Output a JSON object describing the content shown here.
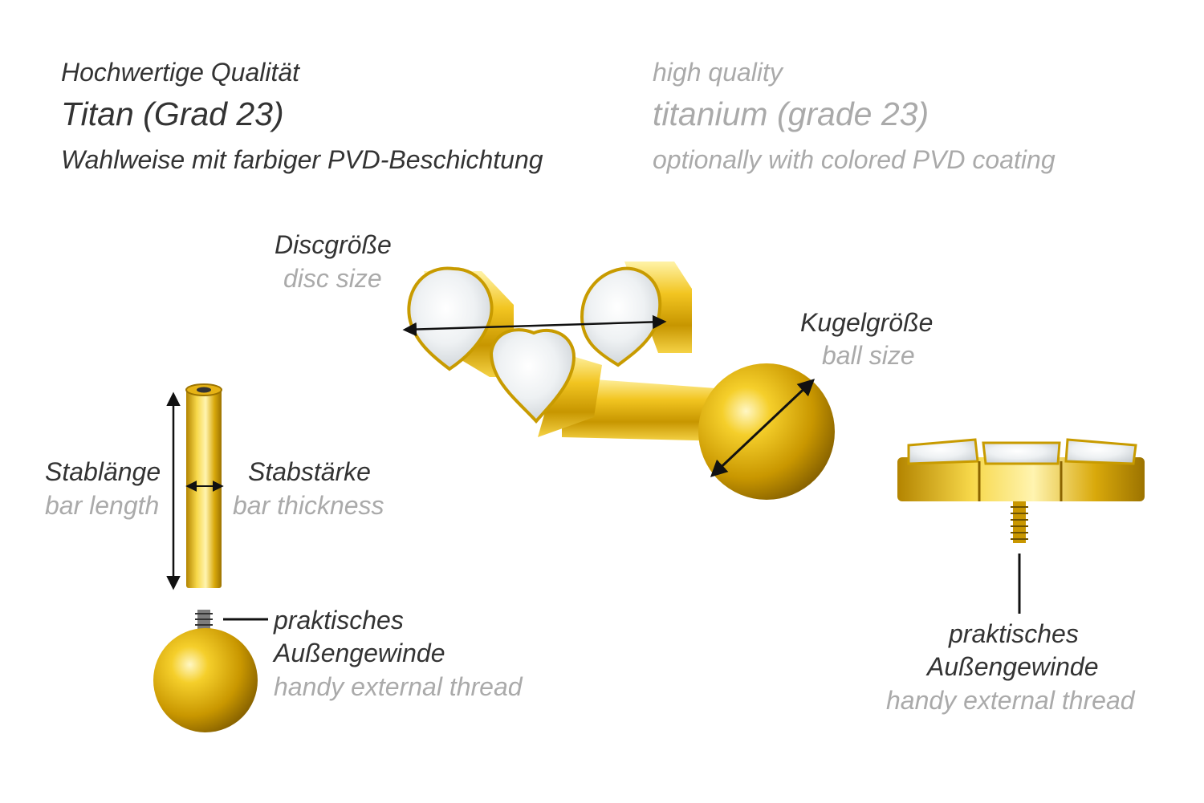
{
  "header": {
    "de": {
      "quality": "Hochwertige Qualität",
      "material": "Titan (Grad 23)",
      "coating": "Wahlweise mit farbiger PVD-Beschichtung"
    },
    "en": {
      "quality": "high quality",
      "material": "titanium (grade 23)",
      "coating": "optionally with colored PVD coating"
    }
  },
  "labels": {
    "disc_size": {
      "de": "Discgröße",
      "en": "disc size"
    },
    "ball_size": {
      "de": "Kugelgröße",
      "en": "ball size"
    },
    "bar_length": {
      "de": "Stablänge",
      "en": "bar length"
    },
    "bar_thickness": {
      "de": "Stabstärke",
      "en": "bar thickness"
    },
    "thread_left": {
      "de_1": "praktisches",
      "de_2": "Außengewinde",
      "en": "handy external thread"
    },
    "thread_right": {
      "de_1": "praktisches",
      "de_2": "Außengewinde",
      "en": "handy external thread"
    }
  },
  "colors": {
    "gold": "#e9b80f",
    "gold_dark": "#a87c00",
    "gold_light": "#fff1a0",
    "text_dark": "#333333",
    "text_grey": "#aaaaaa"
  }
}
